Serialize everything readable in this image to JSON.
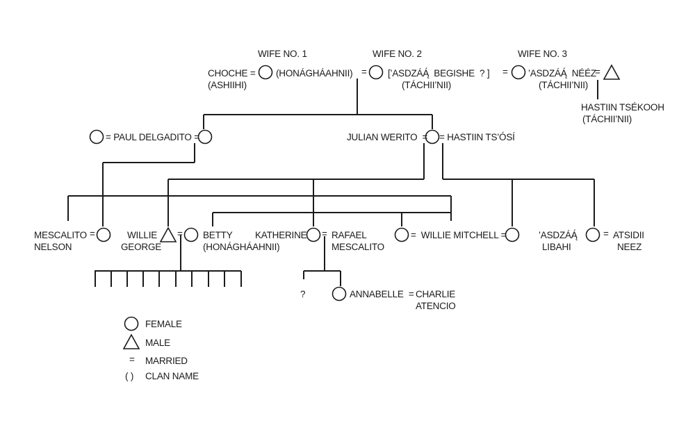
{
  "colors": {
    "ink": "#1a1a1a",
    "background": "#ffffff"
  },
  "labels": {
    "wife1_heading": "WIFE NO. 1",
    "wife2_heading": "WIFE NO. 2",
    "wife3_heading": "WIFE NO. 3",
    "choche": "CHOCHE =",
    "choche_clan": "(ASHIIHI)",
    "wife1_clan": "(HONÁGHÁAHNII)",
    "wife2_eq": "=",
    "wife2_name": "[’ASDZÁĄ́  BEGISHE  ? ]",
    "wife2_clan": "(TÁCHII’NII)",
    "wife3_eq": "=",
    "wife3_name": "’ASDZÁĄ́  NÉÉZ",
    "wife3_clan": "(TÁCHII’NII)",
    "wife3_husband_eq": "=",
    "tsekooh_name": "HASTIIN TSÉKOOH",
    "tsekooh_clan": "(TÁCHII’NII)",
    "paul_delgadito": "= PAUL DELGADITO =",
    "julian_werito": "JULIAN WERITO  =",
    "hastiin_tsosi": "= HASTIIN TS’ÓSÍ",
    "mescalito_nelson_1": "MESCALITO",
    "mescalito_nelson_2": "NELSON",
    "mescalito_nelson_eq": "=",
    "willie_george_1": "WILLIE",
    "willie_george_2": "GEORGE",
    "willie_george_eq": "=",
    "betty": "BETTY",
    "betty_clan": "(HONÁGHÁAHNII)",
    "katherine": "KATHERINE",
    "rafael_eq": "=",
    "rafael_1": "RAFAEL",
    "rafael_2": "MESCALITO",
    "willie_mitchell": "=  WILLIE MITCHELL =",
    "asdzaa_libahi_1": "’ASDZÁĄ́",
    "asdzaa_libahi_2": "LIBAHI",
    "atsidii_eq": "=",
    "atsidii_1": "ATSIDII",
    "atsidii_2": "NEEZ",
    "unknown_child": "?",
    "annabelle": "ANNABELLE  =",
    "charlie_1": "CHARLIE",
    "charlie_2": "ATENCIO"
  },
  "legend": {
    "female": "FEMALE",
    "male": "MALE",
    "married_symbol": "=",
    "married": "MARRIED",
    "clan_symbol": "( )",
    "clan": "CLAN NAME"
  }
}
